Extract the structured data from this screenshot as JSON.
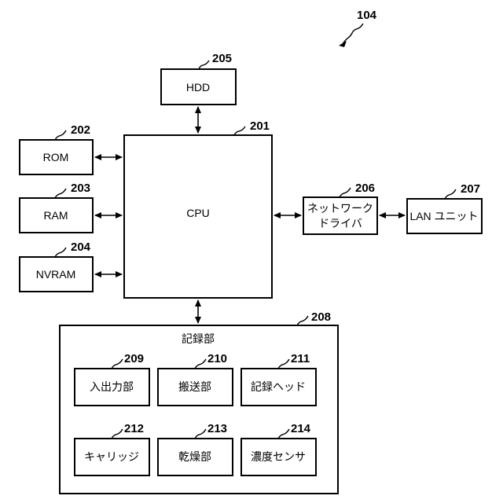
{
  "figure_ref": "104",
  "blocks": {
    "hdd": {
      "ref": "205",
      "label": "HDD"
    },
    "cpu": {
      "ref": "201",
      "label": "CPU"
    },
    "rom": {
      "ref": "202",
      "label": "ROM"
    },
    "ram": {
      "ref": "203",
      "label": "RAM"
    },
    "nvram": {
      "ref": "204",
      "label": "NVRAM"
    },
    "network_driver": {
      "ref": "206",
      "label_line1": "ネットワーク",
      "label_line2": "ドライバ"
    },
    "lan_unit": {
      "ref": "207",
      "label": "LAN ユニット"
    },
    "recording_section": {
      "ref": "208",
      "label": "記録部"
    },
    "input_output": {
      "ref": "209",
      "label": "入出力部"
    },
    "transport": {
      "ref": "210",
      "label": "搬送部"
    },
    "recording_head": {
      "ref": "211",
      "label": "記録ヘッド"
    },
    "carriage": {
      "ref": "212",
      "label": "キャリッジ"
    },
    "drying": {
      "ref": "213",
      "label": "乾燥部"
    },
    "density_sensor": {
      "ref": "214",
      "label": "濃度センサ"
    }
  }
}
